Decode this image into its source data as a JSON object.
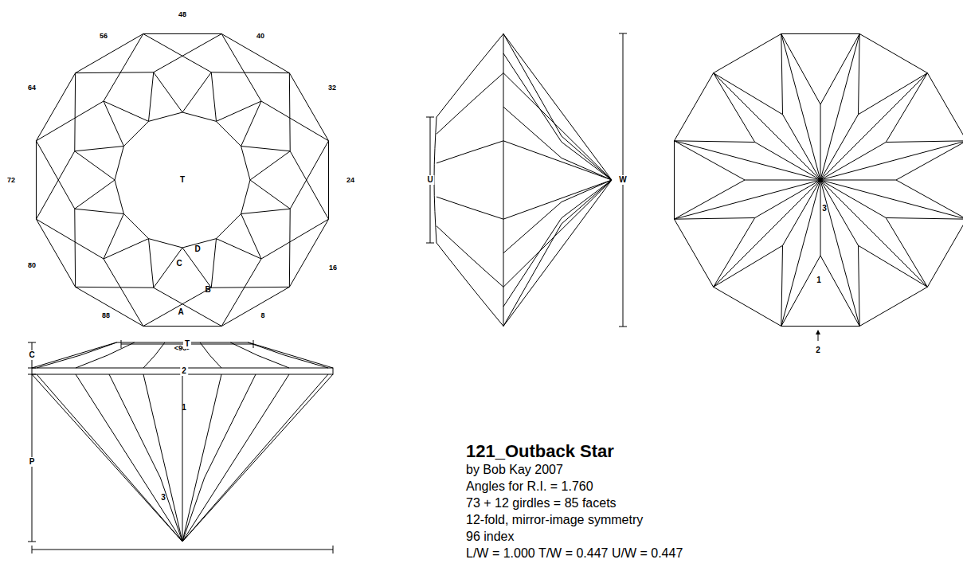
{
  "diagram": {
    "title": "121_Outback Star",
    "labels": [
      "48",
      "40",
      "32",
      "24",
      "16",
      "8",
      "<96>",
      "88",
      "80",
      "72",
      "64",
      "56",
      "T",
      "A",
      "B",
      "C",
      "D",
      "U",
      "W",
      "3",
      "1",
      "2",
      "C",
      "T",
      "2",
      "1",
      "P",
      "3",
      "by Bob Kay 2007",
      "Angles for R.I. = 1.760",
      "73 + 12 girdles = 85 facets",
      "12-fold, mirror-image symmetry",
      "96 index",
      "L/W = 1.000 T/W = 0.447 U/W = 0.447"
    ]
  }
}
